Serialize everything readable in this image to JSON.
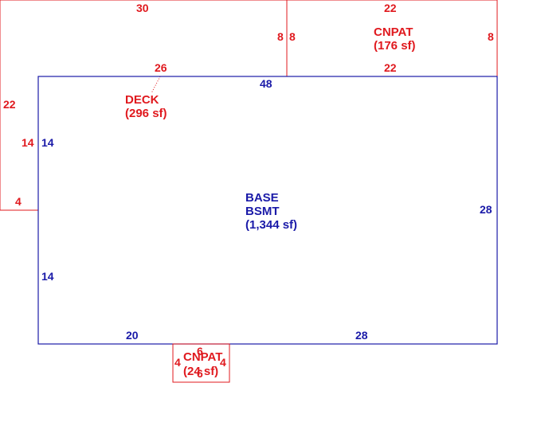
{
  "colors": {
    "addition": "#e0191e",
    "base": "#1a1aa8"
  },
  "areas": {
    "deck": {
      "name": "DECK",
      "area": "(296 sf)"
    },
    "cnpat_top": {
      "name": "CNPAT",
      "area": "(176 sf)"
    },
    "base": {
      "name1": "BASE",
      "name2": "BSMT",
      "area": "(1,344 sf)"
    },
    "cnpat_small": {
      "name": "CNPAT",
      "area": "(24 sf)"
    }
  },
  "dimensions": {
    "deck_top": "30",
    "deck_bottom": "26",
    "deck_left": "22",
    "deck_side_upper": "14",
    "deck_bottom_stub": "4",
    "deck_right": "8",
    "cnpat_top_top": "22",
    "cnpat_top_left": "8",
    "cnpat_top_right": "8",
    "cnpat_top_bottom": "22",
    "base_top": "48",
    "base_left_upper": "14",
    "base_left_lower": "14",
    "base_right": "28",
    "base_bottom_left": "20",
    "base_bottom_right": "28",
    "cnpat_small_top": "6",
    "cnpat_small_left": "4",
    "cnpat_small_right": "4",
    "cnpat_small_bottom": "6"
  }
}
